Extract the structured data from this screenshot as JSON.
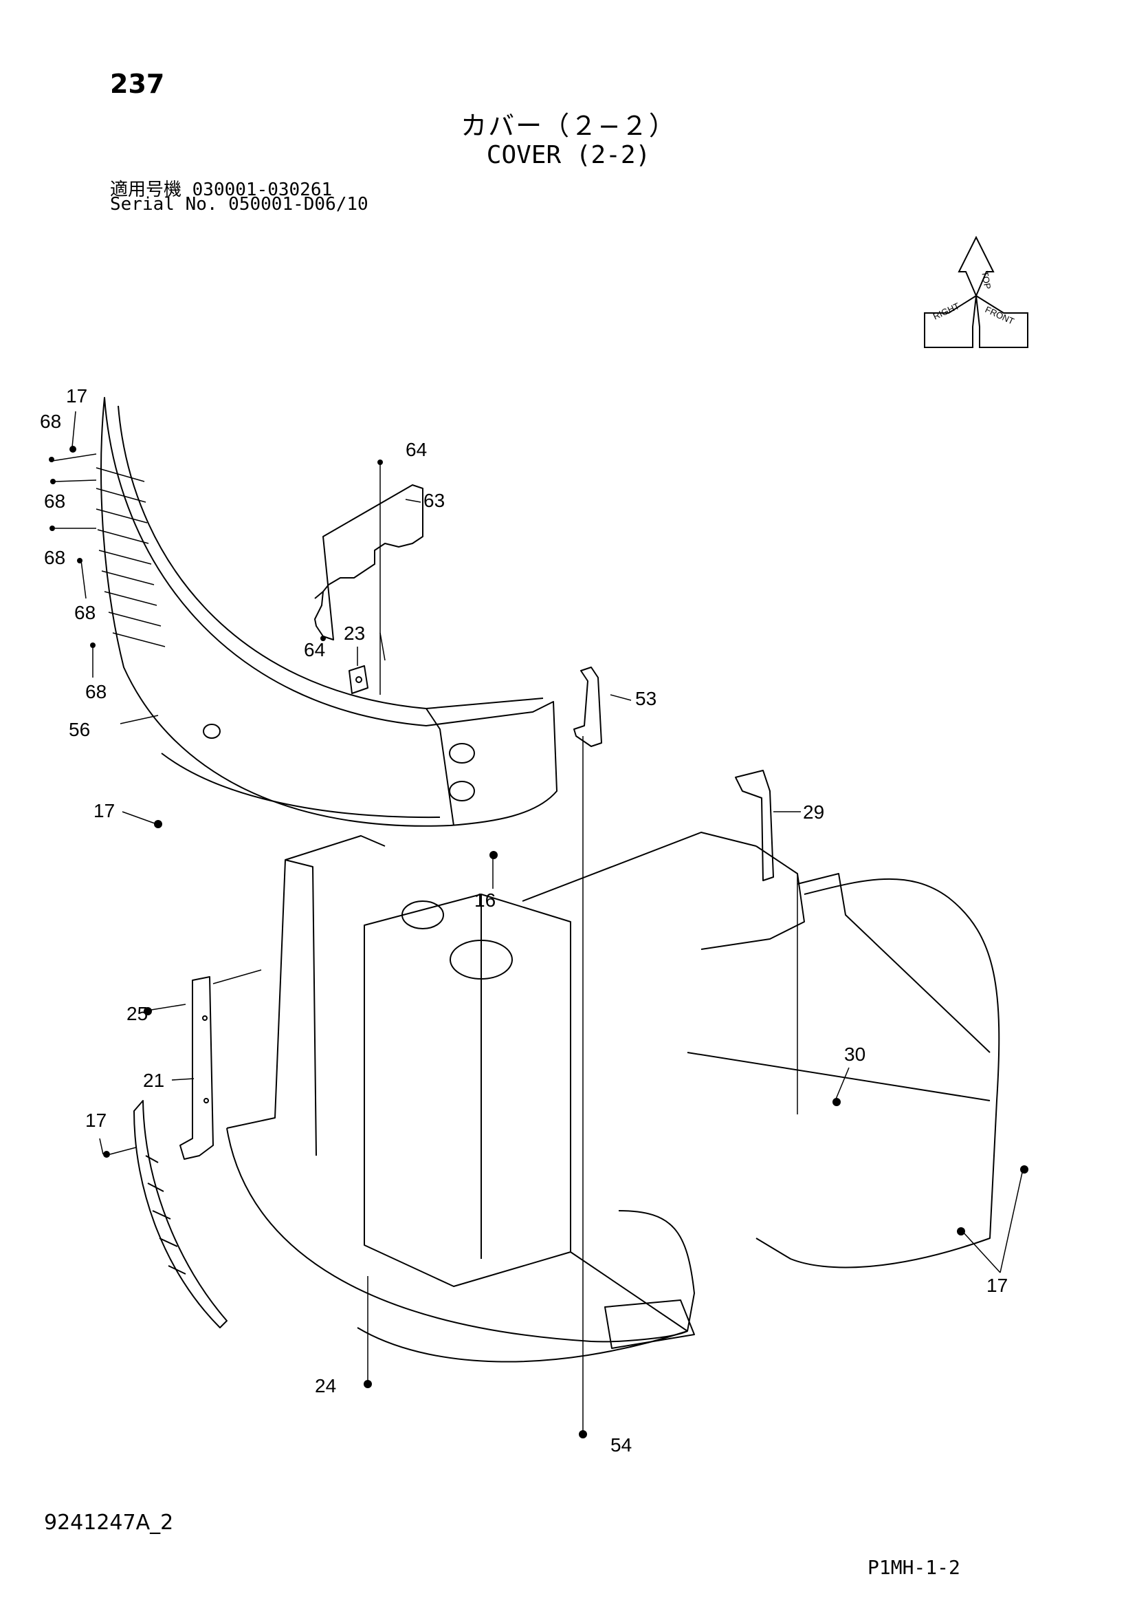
{
  "header": {
    "page_number": "237",
    "title_jp": "カバー（２−２）",
    "title_en": "COVER (2-2)",
    "serial_line_jp": "適用号機  030001-030261",
    "serial_line_en": "Serial No. 050001-D06/10"
  },
  "orientation_icon": {
    "labels": [
      "TOP",
      "FRONT",
      "RIGHT"
    ]
  },
  "callouts": {
    "c17a": "17",
    "c68a": "68",
    "c68b": "68",
    "c68c": "68",
    "c68d": "68",
    "c68e": "68",
    "c56": "56",
    "c17b": "17",
    "c64a": "64",
    "c63": "63",
    "c64b": "64",
    "c23": "23",
    "c53": "53",
    "c29": "29",
    "c16": "16",
    "c25": "25",
    "c21": "21",
    "c17c": "17",
    "c30": "30",
    "c17d": "17",
    "c24": "24",
    "c54": "54"
  },
  "footer": {
    "drawing_number": "9241247A_2",
    "page_code": "P1MH-1-2"
  }
}
